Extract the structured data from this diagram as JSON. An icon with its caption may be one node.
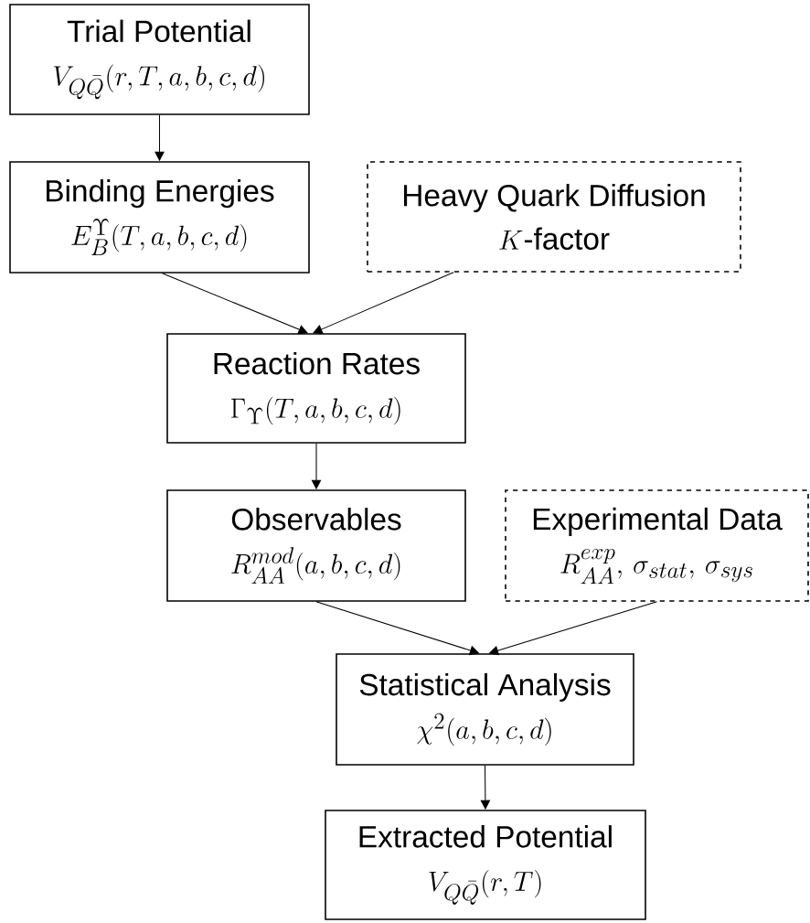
{
  "diagram": {
    "nodes": [
      {
        "text": [
          "Trial Potential",
          "V_{Q\\bar{Q}}(r,T,a,b,c,d)"
        ]
      },
      {
        "text": [
          "Binding Energies",
          "E_B^{\\Upsilon}(T,a,b,c,d)"
        ]
      },
      {
        "text": [
          "Heavy Quark Diffusion",
          "K\\text{-factor}"
        ]
      },
      {
        "text": [
          "Reaction Rates",
          "\\Gamma_{\\Upsilon}(T,a,b,c,d)"
        ]
      },
      {
        "text": [
          "Observables",
          "R_{AA}^{mod}(a,b,c,d)"
        ]
      },
      {
        "text": [
          "Experimental Data",
          "R_{AA}^{exp},\\,\\sigma_{stat},\\,\\sigma_{sys}"
        ]
      },
      {
        "text": [
          "Statistical Analysis",
          "\\chi^2(a,b,c,d)"
        ]
      },
      {
        "text": [
          "Extracted Potential",
          "V_{Q\\bar{Q}}(r,T)"
        ]
      }
    ],
    "edges": [
      {
        "from": 0,
        "to": 1,
        "arrow": "to"
      },
      {
        "from": 1,
        "to": 3,
        "arrow": "to"
      },
      {
        "from": 2,
        "to": 3,
        "arrow": "to"
      },
      {
        "from": 3,
        "to": 4,
        "arrow": "to"
      },
      {
        "from": 4,
        "to": 6,
        "arrow": "to"
      },
      {
        "from": 5,
        "to": 6,
        "arrow": "to"
      },
      {
        "from": 6,
        "to": 7,
        "arrow": "to"
      }
    ]
  }
}
